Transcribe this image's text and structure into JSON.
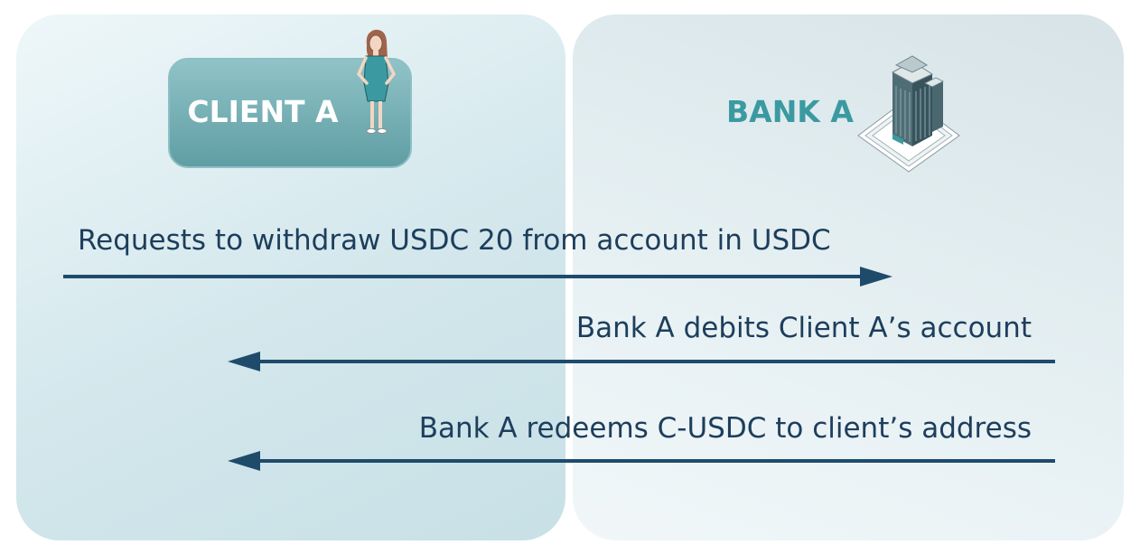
{
  "client": {
    "label": "CLIENT A"
  },
  "bank": {
    "label": "BANK A"
  },
  "messages": [
    {
      "text": "Requests to withdraw USDC 20 from account in USDC",
      "direction": "client-to-bank"
    },
    {
      "text": "Bank A debits Client A’s account",
      "direction": "bank-to-client"
    },
    {
      "text": "Bank A redeems C-USDC to client’s address",
      "direction": "bank-to-client"
    }
  ],
  "colors": {
    "arrow": "#1f4b6b",
    "text": "#1d3e5c",
    "client_box": "#6aa8ad",
    "bank_label": "#3b9aa1"
  },
  "icons": {
    "client": "woman-figure-icon",
    "bank": "bank-building-icon"
  }
}
